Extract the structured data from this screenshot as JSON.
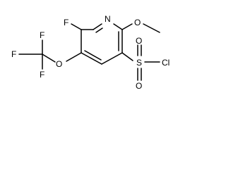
{
  "molecule": {
    "atoms": {
      "ring_nitrogen": "N",
      "fluoro_ring": "F",
      "methoxy_oxygen": "O",
      "ether_oxygen": "O",
      "cf3_fluorine_top": "F",
      "cf3_fluorine_left": "F",
      "cf3_fluorine_bottom": "F",
      "sulfur": "S",
      "sulfonyl_oxygen_top": "O",
      "sulfonyl_oxygen_bottom": "O",
      "chlorine": "Cl"
    },
    "colors": {
      "bond": "#000000",
      "label": "#000000",
      "background": "#ffffff"
    }
  }
}
